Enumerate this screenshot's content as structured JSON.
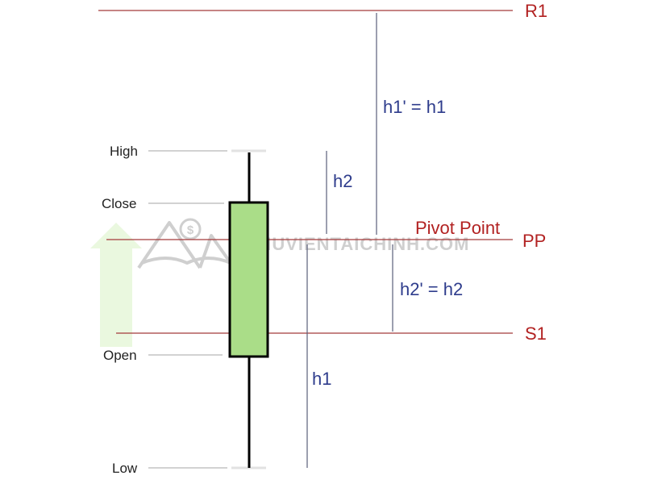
{
  "colors": {
    "level_line": "#a33a3a",
    "level_text": "#b22222",
    "measure_line": "#5a5f7a",
    "measure_text": "#2e3c8c",
    "candle_fill": "#aadd88",
    "candle_stroke": "#000000",
    "guide_line": "#b8b8b8",
    "ohlc_text": "#222222",
    "arrow_fill": "#eaf8df",
    "watermark": "#cfcfcf"
  },
  "levels": {
    "r1": "R1",
    "pp": "PP",
    "s1": "S1",
    "pivot_point_caption": "Pivot Point"
  },
  "ohlc": {
    "high": "High",
    "close": "Close",
    "open": "Open",
    "low": "Low"
  },
  "measures": {
    "h1_prime": "h1' = h1",
    "h2": "h2",
    "h2_prime": "h2' = h2",
    "h1": "h1"
  },
  "watermark": {
    "text": "THUVIENTAICHINH.COM"
  },
  "icons": {
    "arrow": "up-arrow-icon",
    "logo": "watermark-logo-icon"
  }
}
